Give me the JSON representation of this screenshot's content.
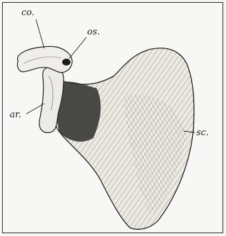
{
  "figure": {
    "labels": {
      "co": "co.",
      "os": "os.",
      "ar": "ar.",
      "sc": "sc."
    }
  }
}
